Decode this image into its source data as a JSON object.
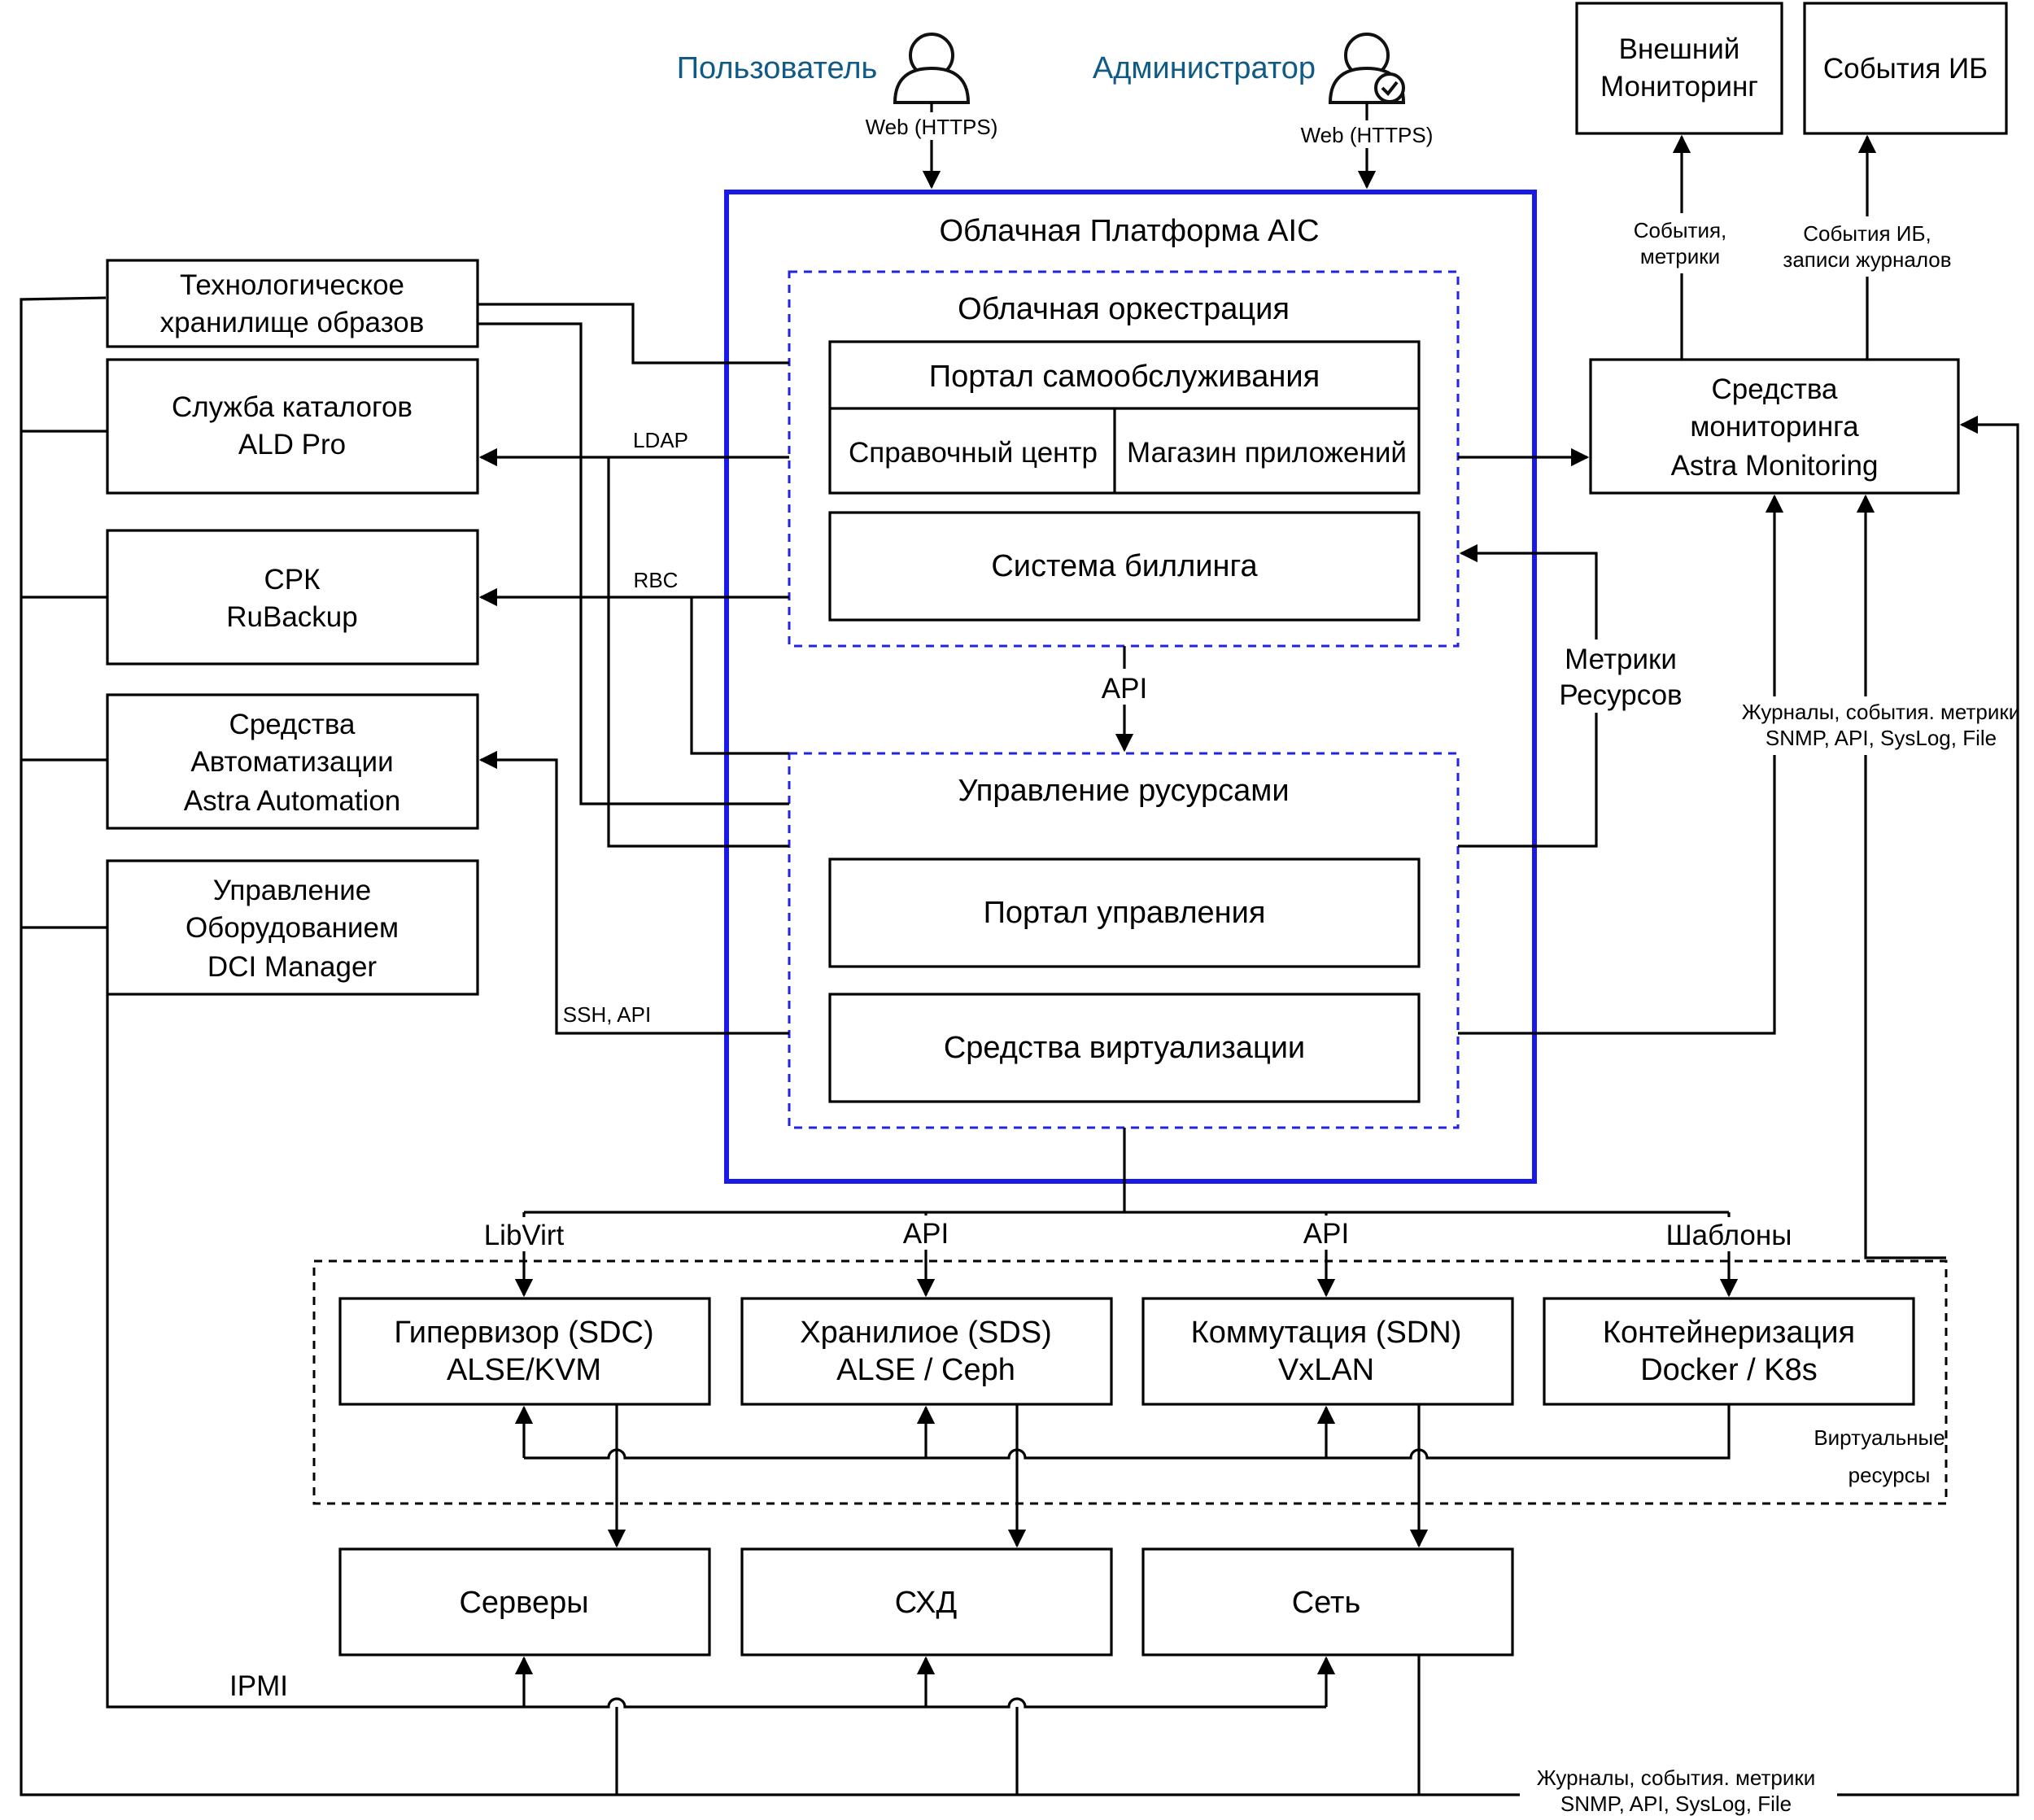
{
  "actors": {
    "user": {
      "label": "Пользователь",
      "link": "Web (HTTPS)"
    },
    "admin": {
      "label": "Администратор",
      "link": "Web (HTTPS)"
    }
  },
  "external": {
    "monitoring": [
      "Внешний",
      "Мониторинг"
    ],
    "security_events": "События ИБ",
    "astra_monitoring": [
      "Средства",
      "мониторинга",
      "Astra Monitoring"
    ],
    "edge_events_metrics": [
      "События,",
      "метрики"
    ],
    "edge_security_logs": [
      "События ИБ,",
      "записи журналов"
    ],
    "edge_resource_metrics": [
      "Метрики",
      "Ресурсов"
    ],
    "edge_logs_right": [
      "Журналы, события. метрики",
      "SNMP, API, SysLog, File"
    ],
    "edge_logs_bottom": [
      "Журналы, события. метрики",
      "SNMP, API, SysLog, File"
    ]
  },
  "left_services": {
    "images": [
      "Технологическое",
      "хранилище образов"
    ],
    "ald": [
      "Служба каталогов",
      "ALD Pro"
    ],
    "rubackup": [
      "СРК",
      "RuBackup"
    ],
    "automation": [
      "Средства",
      "Автоматизации",
      "Astra Automation"
    ],
    "dci": [
      "Управление",
      "Оборудованием",
      "DCI Manager"
    ],
    "edge_ldap": "LDAP",
    "edge_rbc": "RBC",
    "edge_ssh": "SSH, API"
  },
  "platform": {
    "title": "Облачная Платформа AIC",
    "orchestration": {
      "title": "Облачная оркестрация",
      "self_service": "Портал самообслуживания",
      "help_center": "Справочный центр",
      "app_store": "Магазин приложений",
      "billing": "Система биллинга"
    },
    "api_label": "API",
    "resources": {
      "title": "Управление русурсами",
      "portal": "Портал управления",
      "virtualization": "Средства виртуализации"
    }
  },
  "virtual": {
    "edges": [
      "LibVirt",
      "API",
      "API",
      "Шаблоны"
    ],
    "hypervisor": [
      "Гипервизор (SDC)",
      "ALSE/KVM"
    ],
    "storage": [
      "Хранилиое (SDS)",
      "ALSE / Ceph"
    ],
    "switching": [
      "Коммутация (SDN)",
      "VxLAN"
    ],
    "containers": [
      "Контейнеризация",
      "Docker / K8s"
    ],
    "group_label": [
      "Виртуальные",
      "ресурсы"
    ]
  },
  "hardware": {
    "servers": "Серверы",
    "shd": "СХД",
    "network": "Сеть",
    "ipmi": "IPMI"
  }
}
